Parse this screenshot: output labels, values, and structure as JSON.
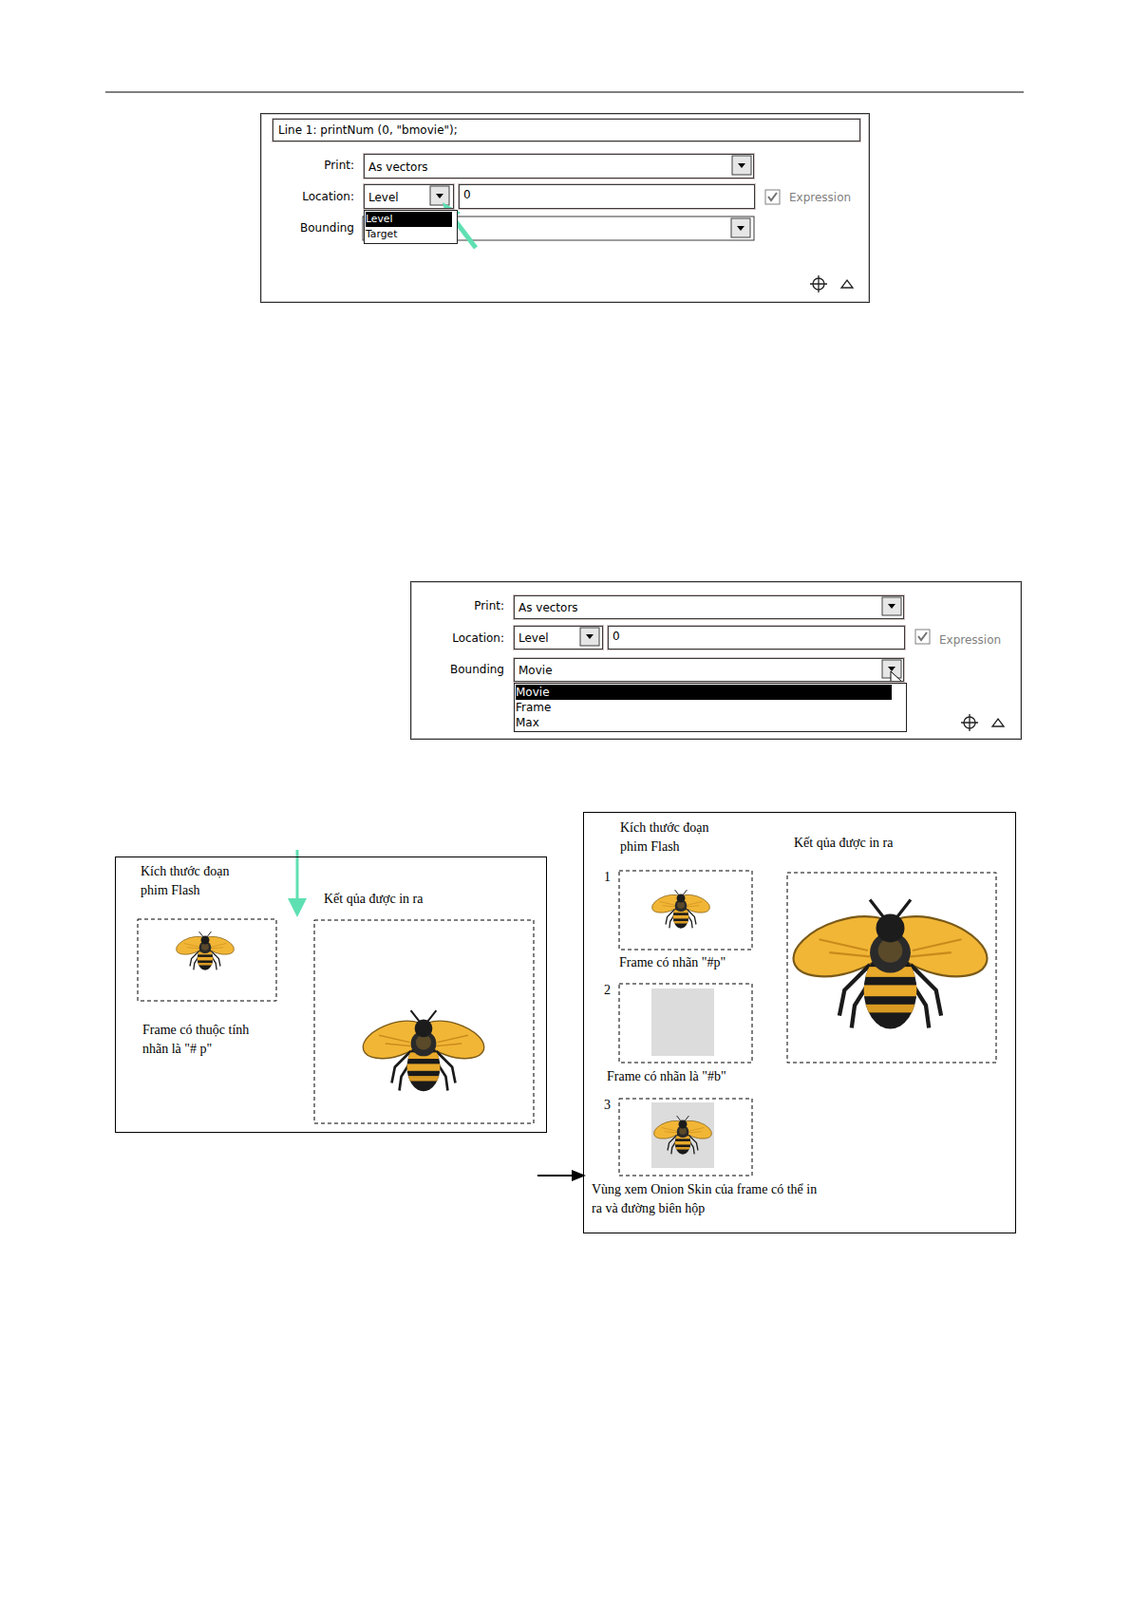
{
  "diagram": {
    "nodes": [
      {
        "text": [
          "Print:",
          "Location:",
          "Bounding",
          "Expression"
        ]
      },
      {
        "text": [
          "Line 1: printNum (0, \"bmovie\");"
        ],
        "in": 0
      },
      {
        "text": [
          "As vectors"
        ],
        "in": 0
      },
      {
        "text": [
          "Level"
        ],
        "in": 0
      },
      {
        "text": [
          "0"
        ],
        "in": 0
      },
      {
        "text": [
          "Level",
          "Target"
        ],
        "in": 0
      },
      {
        "text": [
          "Print:",
          "Location:",
          "Bounding",
          "Expression"
        ]
      },
      {
        "text": [
          "As vectors"
        ],
        "in": 6
      },
      {
        "text": [
          "Level"
        ],
        "in": 6
      },
      {
        "text": [
          "0"
        ],
        "in": 6
      },
      {
        "text": [
          "Movie"
        ],
        "in": 6
      },
      {
        "text": [
          "Movie",
          "Frame",
          "Max"
        ],
        "in": 6
      },
      {
        "text": [
          "Kích thước đoạn phim Flash",
          "Kết qủa được in ra",
          "Frame có thuộc tính nhãn là \"# p\""
        ]
      },
      {
        "text": [
          "Kích thước đoạn phim Flash",
          "Kết qủa được in ra",
          "1",
          "Frame có nhãn \"#p\"",
          "2",
          "Frame có nhãn là \"#b\"",
          "3",
          "Vùng xem Onion Skin của frame có thể in ra và đường biên hộp"
        ]
      }
    ]
  }
}
